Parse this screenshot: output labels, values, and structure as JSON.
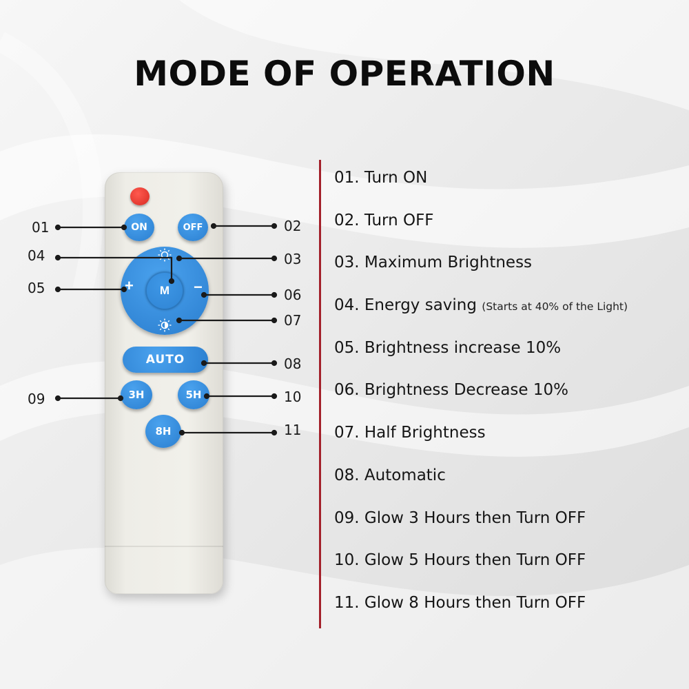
{
  "title": "MODE OF OPERATION",
  "remote": {
    "buttons": {
      "on": "ON",
      "off": "OFF",
      "mode": "M",
      "plus": "+",
      "minus": "−",
      "auto": "AUTO",
      "h3": "3H",
      "h5": "5H",
      "h8": "8H"
    },
    "colors": {
      "body": "#efeee8",
      "button_blue": "#2f86d6",
      "power_red": "#e0312a",
      "divider": "#a3212b"
    },
    "callouts": [
      "01",
      "02",
      "03",
      "04",
      "05",
      "06",
      "07",
      "08",
      "09",
      "10",
      "11"
    ]
  },
  "legend": [
    {
      "text": "01. Turn ON"
    },
    {
      "text": "02. Turn OFF"
    },
    {
      "text": "03. Maximum Brightness"
    },
    {
      "text": "04. Energy saving",
      "note": "(Starts at 40% of the Light)"
    },
    {
      "text": "05. Brightness increase 10%"
    },
    {
      "text": "06. Brightness Decrease 10%"
    },
    {
      "text": "07. Half Brightness"
    },
    {
      "text": "08. Automatic"
    },
    {
      "text": "09. Glow 3 Hours then Turn OFF"
    },
    {
      "text": "10. Glow 5 Hours then Turn OFF"
    },
    {
      "text": "11. Glow 8 Hours then Turn OFF"
    }
  ]
}
